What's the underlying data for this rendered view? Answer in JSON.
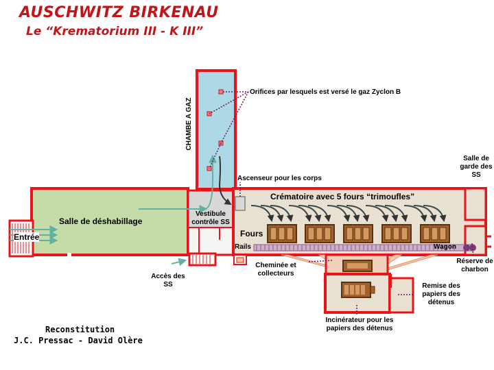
{
  "title": "AUSCHWITZ BIRKENAU",
  "subtitle": "Le “Krematorium III - K III”",
  "rooms": {
    "gas_chamber": "CHAMBE A GAZ",
    "undressing": "Salle de déshabillage",
    "entrance": "Entrée",
    "vestibule": "Vestibule contrôle SS",
    "crematorium": "Crématoire avec 5 fours “trimoufles”",
    "ovens": "Fours",
    "rails": "Rails",
    "wagon": "Wagon",
    "guard_room": "Salle de garde des SS",
    "coal_reserve": "Réserve de charbon"
  },
  "annotations": {
    "zyklon_holes": "Orifices par lesquels est versé le gaz Zyclon B",
    "elevator": "Ascenseur pour les corps",
    "chimney": "Cheminée et collecteurs",
    "ss_access": "Accès des SS",
    "papers_store": "Remise des papiers des détenus",
    "incinerator": "Incinérateur pour les papiers des détenus"
  },
  "credits": {
    "line1": "Reconstitution",
    "line2": "J.C. Pressac - David Olère"
  },
  "colors": {
    "wall": "#e8141a",
    "gas_chamber_fill": "#add8e6",
    "undressing_fill": "#c5dba8",
    "building_fill": "#e8e0d0",
    "oven": "#a0622c",
    "rail": "#b58db5",
    "arrow_green": "#5fb3a0",
    "dotted": "#6e1a66"
  }
}
